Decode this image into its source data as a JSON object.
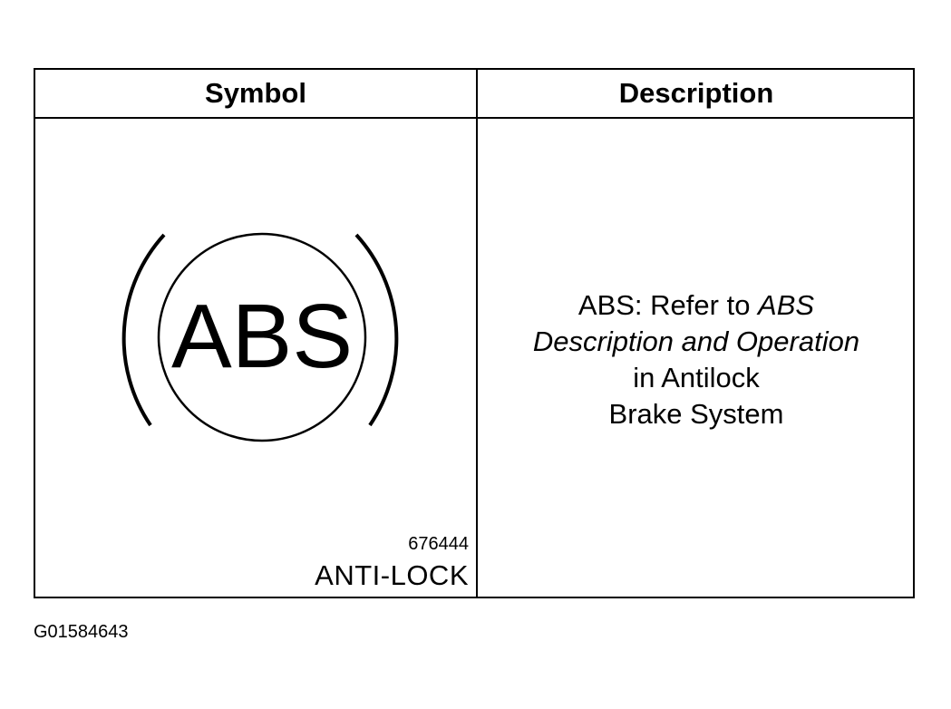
{
  "table": {
    "headers": {
      "symbol": "Symbol",
      "description": "Description"
    },
    "row": {
      "symbol": {
        "icon": "abs-warning-icon",
        "icon_text": "ABS",
        "code": "676444",
        "label": "ANTI-LOCK"
      },
      "description": {
        "lead": "ABS: Refer to ",
        "ref_italic_1": "ABS",
        "ref_italic_2": "Description and Operation",
        "tail_1": "in Antilock",
        "tail_2": "Brake System"
      }
    }
  },
  "figure_id": "G01584643"
}
